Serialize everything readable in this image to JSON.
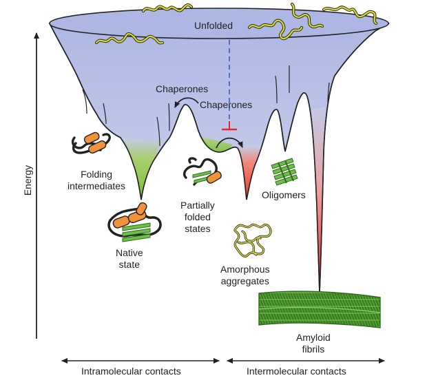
{
  "labels": {
    "unfolded": "Unfolded",
    "chaperones_left": "Chaperones",
    "chaperones_right": "Chaperones",
    "folding_intermediates": [
      "Folding",
      "intermediates"
    ],
    "native_state": [
      "Native",
      "state"
    ],
    "partially_folded": [
      "Partially",
      "folded",
      "states"
    ],
    "oligomers": "Oligomers",
    "amorphous_aggregates": [
      "Amorphous",
      "aggregates"
    ],
    "amyloid_fibrils": [
      "Amyloid",
      "fibrils"
    ]
  },
  "axes": {
    "y_label": "Energy",
    "x_left_label": "Intramolecular contacts",
    "x_right_label": "Intermolecular contacts"
  },
  "colors": {
    "funnel_top": "#b7bfe6",
    "funnel_mid": "#c3c9ea",
    "native_well": "#8cc63f",
    "aggregation_well": "#f04e37",
    "chaperone_block": "#e8262c",
    "dashed_line": "#3d5bb5",
    "helix": "#f0913c",
    "strand": "#5db043",
    "unfolded_chain": "#c9d13a",
    "amorphous": "#d2d24a"
  }
}
